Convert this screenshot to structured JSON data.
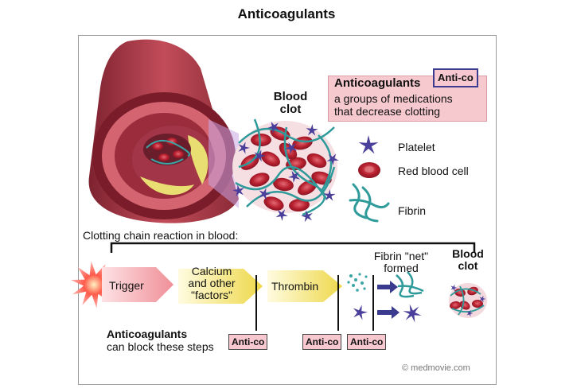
{
  "title": "Anticoagulants",
  "clot_label": [
    "Blood",
    "clot"
  ],
  "definition": {
    "heading": "Anticoagulants",
    "badge": "Anti-co",
    "line1": "a groups of medications",
    "line2": "that decrease clotting"
  },
  "legend": {
    "platelet": "Platelet",
    "rbc": "Red blood cell",
    "fibrin": "Fibrin"
  },
  "chain": {
    "heading": "Clotting chain reaction in blood:",
    "trigger": "Trigger",
    "calcium": [
      "Calcium",
      "and other",
      "\"factors\""
    ],
    "thrombin": "Thrombin",
    "fibrin_net": [
      "Fibrin \"net\"",
      "formed"
    ],
    "result": [
      "Blood",
      "clot"
    ],
    "block_heading": "Anticoagulants",
    "block_text": "can block these steps",
    "block_tags": [
      "Anti-co",
      "Anti-co",
      "Anti-co"
    ]
  },
  "credit": "© medmovie.com",
  "colors": {
    "vessel": "#b5424f",
    "rbc": "#c0303f",
    "platelet": "#4a3f9a",
    "fibrin": "#2f9a9a",
    "trigger": "#e8333f",
    "arrow_pink": "#f4b8bd",
    "arrow_yellow": "#f2e36a",
    "highlight_pink": "#f6c9ce"
  }
}
